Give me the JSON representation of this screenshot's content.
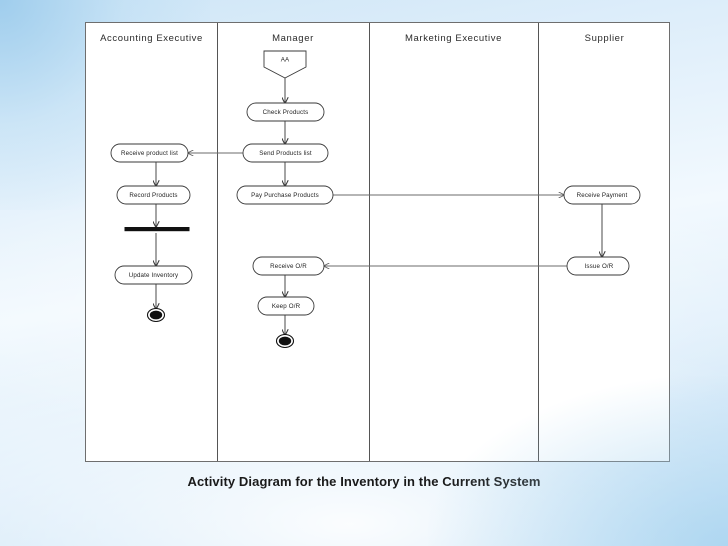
{
  "slide": {
    "caption": "Activity Diagram for the Inventory in the Current System",
    "background_color": "#dcedfa",
    "diagram_background": "#ffffff",
    "border_color": "#6e6e6e"
  },
  "diagram": {
    "type": "uml-activity-diagram",
    "lanes": [
      {
        "id": "accounting-executive",
        "label": "Accounting Executive"
      },
      {
        "id": "manager",
        "label": "Manager"
      },
      {
        "id": "marketing-executive",
        "label": "Marketing Executive"
      },
      {
        "id": "supplier",
        "label": "Supplier"
      }
    ],
    "nodes": [
      {
        "id": "start-aa",
        "lane": "manager",
        "kind": "start-flag",
        "label": "AA"
      },
      {
        "id": "check-products",
        "lane": "manager",
        "kind": "activity",
        "label": "Check Products"
      },
      {
        "id": "send-products-list",
        "lane": "manager",
        "kind": "activity",
        "label": "Send Products list"
      },
      {
        "id": "pay-purchase-products",
        "lane": "manager",
        "kind": "activity",
        "label": "Pay Purchase Products"
      },
      {
        "id": "receive-or",
        "lane": "manager",
        "kind": "activity",
        "label": "Receive O/R"
      },
      {
        "id": "keep-or",
        "lane": "manager",
        "kind": "activity",
        "label": "Keep O/R"
      },
      {
        "id": "manager-end",
        "lane": "manager",
        "kind": "end-node",
        "label": ""
      },
      {
        "id": "receive-product-list",
        "lane": "accounting-executive",
        "kind": "activity",
        "label": "Receive product list"
      },
      {
        "id": "record-products",
        "lane": "accounting-executive",
        "kind": "activity",
        "label": "Record Products"
      },
      {
        "id": "sync-bar",
        "lane": "accounting-executive",
        "kind": "synchronization-bar",
        "label": ""
      },
      {
        "id": "update-inventory",
        "lane": "accounting-executive",
        "kind": "activity",
        "label": "Update Inventory"
      },
      {
        "id": "accounting-end",
        "lane": "accounting-executive",
        "kind": "end-node",
        "label": ""
      },
      {
        "id": "receive-payment",
        "lane": "supplier",
        "kind": "activity",
        "label": "Receive Payment"
      },
      {
        "id": "issue-or",
        "lane": "supplier",
        "kind": "activity",
        "label": "Issue O/R"
      }
    ],
    "flows": [
      {
        "from": "start-aa",
        "to": "check-products"
      },
      {
        "from": "check-products",
        "to": "send-products-list"
      },
      {
        "from": "send-products-list",
        "to": "pay-purchase-products"
      },
      {
        "from": "send-products-list",
        "to": "receive-product-list"
      },
      {
        "from": "receive-product-list",
        "to": "record-products"
      },
      {
        "from": "record-products",
        "to": "sync-bar"
      },
      {
        "from": "sync-bar",
        "to": "update-inventory"
      },
      {
        "from": "update-inventory",
        "to": "accounting-end"
      },
      {
        "from": "pay-purchase-products",
        "to": "receive-payment"
      },
      {
        "from": "receive-payment",
        "to": "issue-or"
      },
      {
        "from": "issue-or",
        "to": "receive-or"
      },
      {
        "from": "receive-or",
        "to": "keep-or"
      },
      {
        "from": "keep-or",
        "to": "manager-end"
      }
    ]
  }
}
